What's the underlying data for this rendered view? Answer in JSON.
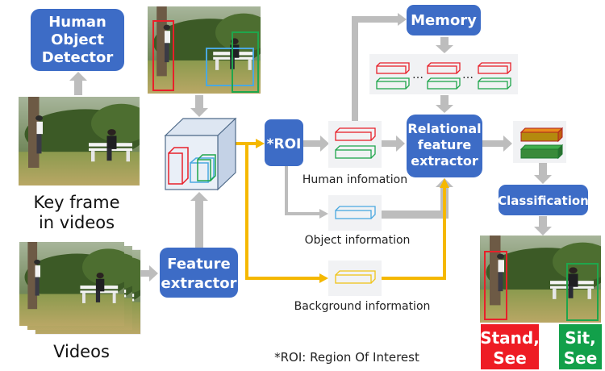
{
  "nodes": {
    "detector": [
      "Human",
      "Object",
      "Detector"
    ],
    "feature_extractor": [
      "Feature",
      "extractor"
    ],
    "roi": "*ROI",
    "memory": "Memory",
    "relational": [
      "Relational",
      "feature",
      "extractor"
    ],
    "classification": "Classification"
  },
  "labels": {
    "key_frame": [
      "Key frame",
      "in videos"
    ],
    "videos": "Videos",
    "human_info": "Human infomation",
    "object_info": "Object information",
    "background_info": "Background information",
    "memory_ellipsis": "…",
    "footnote": "*ROI: Region Of Interest"
  },
  "results": {
    "stand": [
      "Stand,",
      "See"
    ],
    "sit": [
      "Sit,",
      "See"
    ]
  },
  "colors": {
    "node_blue": "#3d6cc6",
    "arrow_gray": "#bdbdbd",
    "arrow_yellow": "#f5b800",
    "box_red": "#e8202a",
    "box_green": "#1fa64c",
    "box_blue": "#4aa8e0",
    "stand_bg": "#ee1c24",
    "sit_bg": "#12a04a"
  }
}
